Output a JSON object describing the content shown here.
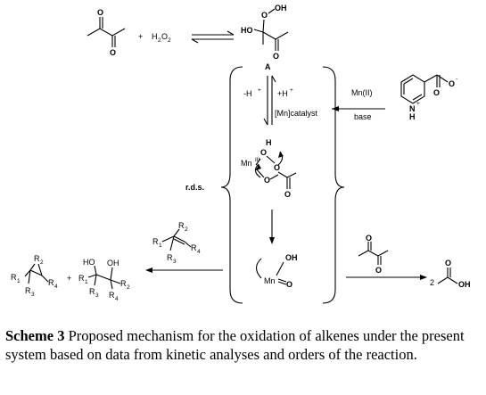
{
  "scheme": {
    "reactant_plus": "+",
    "h2o2": "H",
    "h2o2_sub1": "2",
    "h2o2_o": "O",
    "h2o2_sub2": "2",
    "ho_label": "HO",
    "ooh_label": "O",
    "ooh_label2": "OH",
    "o_label": "O",
    "intermediate_A": "A",
    "minus_h": "-H",
    "minus_h_sup": "+",
    "plus_h": "+H",
    "plus_h_sup": "+",
    "mn_catalyst": "[Mn]catalyst",
    "mn_ii": "Mn(II)",
    "base": "base",
    "rds": "r.d.s.",
    "n_label": "N",
    "h_label": "H",
    "nplus": "+",
    "o_minus": "-",
    "mn_iii": "Mn",
    "mn_iii_sup": "III",
    "h_complex": "H",
    "oh_label": "OH",
    "mn_label": "Mn",
    "r1": "R",
    "r1_sub": "1",
    "r2": "R",
    "r2_sub": "2",
    "r3": "R",
    "r3_sub": "3",
    "r4": "R",
    "r4_sub": "4",
    "ho_diol1": "HO",
    "oh_diol2": "OH",
    "product_plus": "+",
    "coefficient_2": "2",
    "acid_oh": "OH"
  },
  "caption": {
    "label": "Scheme 3",
    "text": " Proposed mechanism for the oxidation of alkenes under the present system based on data from kinetic analyses and orders of the reaction."
  }
}
